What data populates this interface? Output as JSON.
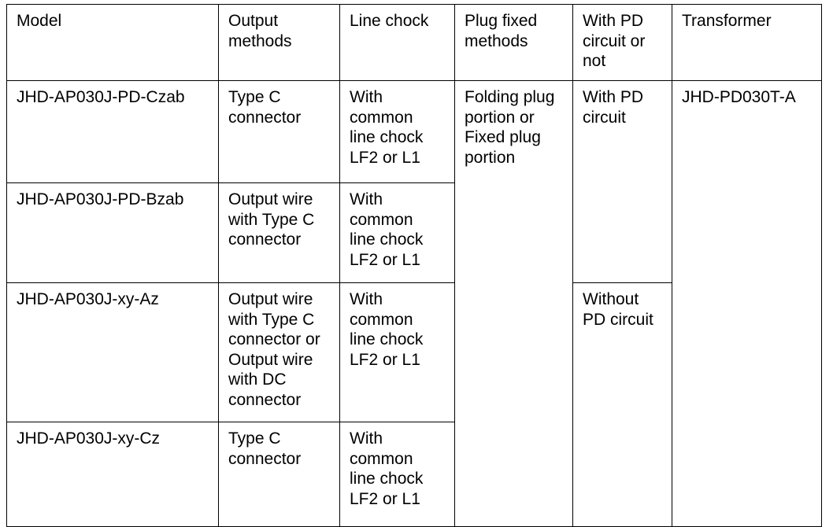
{
  "table": {
    "columns": [
      {
        "key": "model",
        "header": "Model"
      },
      {
        "key": "output",
        "header": "Output\nmethods"
      },
      {
        "key": "chock",
        "header": "Line chock"
      },
      {
        "key": "plug",
        "header": "Plug fixed\nmethods"
      },
      {
        "key": "pd",
        "header": "With PD\ncircuit or\nnot"
      },
      {
        "key": "transformer",
        "header": "Transformer"
      }
    ],
    "rows": [
      {
        "model": "JHD-AP030J-PD-Czab",
        "output": "Type C\nconnector",
        "chock": "With\ncommon\nline chock\nLF2 or L1",
        "plug": "Folding plug\nportion or\nFixed plug\nportion",
        "pd": "With PD\ncircuit",
        "transformer": "JHD-PD030T-A"
      },
      {
        "model": "JHD-AP030J-PD-Bzab",
        "output": "Output wire\nwith Type C\nconnector",
        "chock": "With\ncommon\nline chock\nLF2 or L1",
        "plug": "",
        "pd": "",
        "transformer": ""
      },
      {
        "model": "JHD-AP030J-xy-Az",
        "output": "Output wire\nwith Type C\nconnector or\nOutput wire\nwith DC\nconnector",
        "chock": "With\ncommon\nline chock\nLF2 or L1",
        "plug": "",
        "pd": "Without\nPD circuit",
        "transformer": ""
      },
      {
        "model": "JHD-AP030J-xy-Cz",
        "output": "Type C\nconnector",
        "chock": "With\ncommon\nline chock\nLF2 or L1",
        "plug": "",
        "pd": "",
        "transformer": ""
      }
    ]
  },
  "style": {
    "border_color": "#000000",
    "text_color": "#000000",
    "background": "#ffffff"
  }
}
